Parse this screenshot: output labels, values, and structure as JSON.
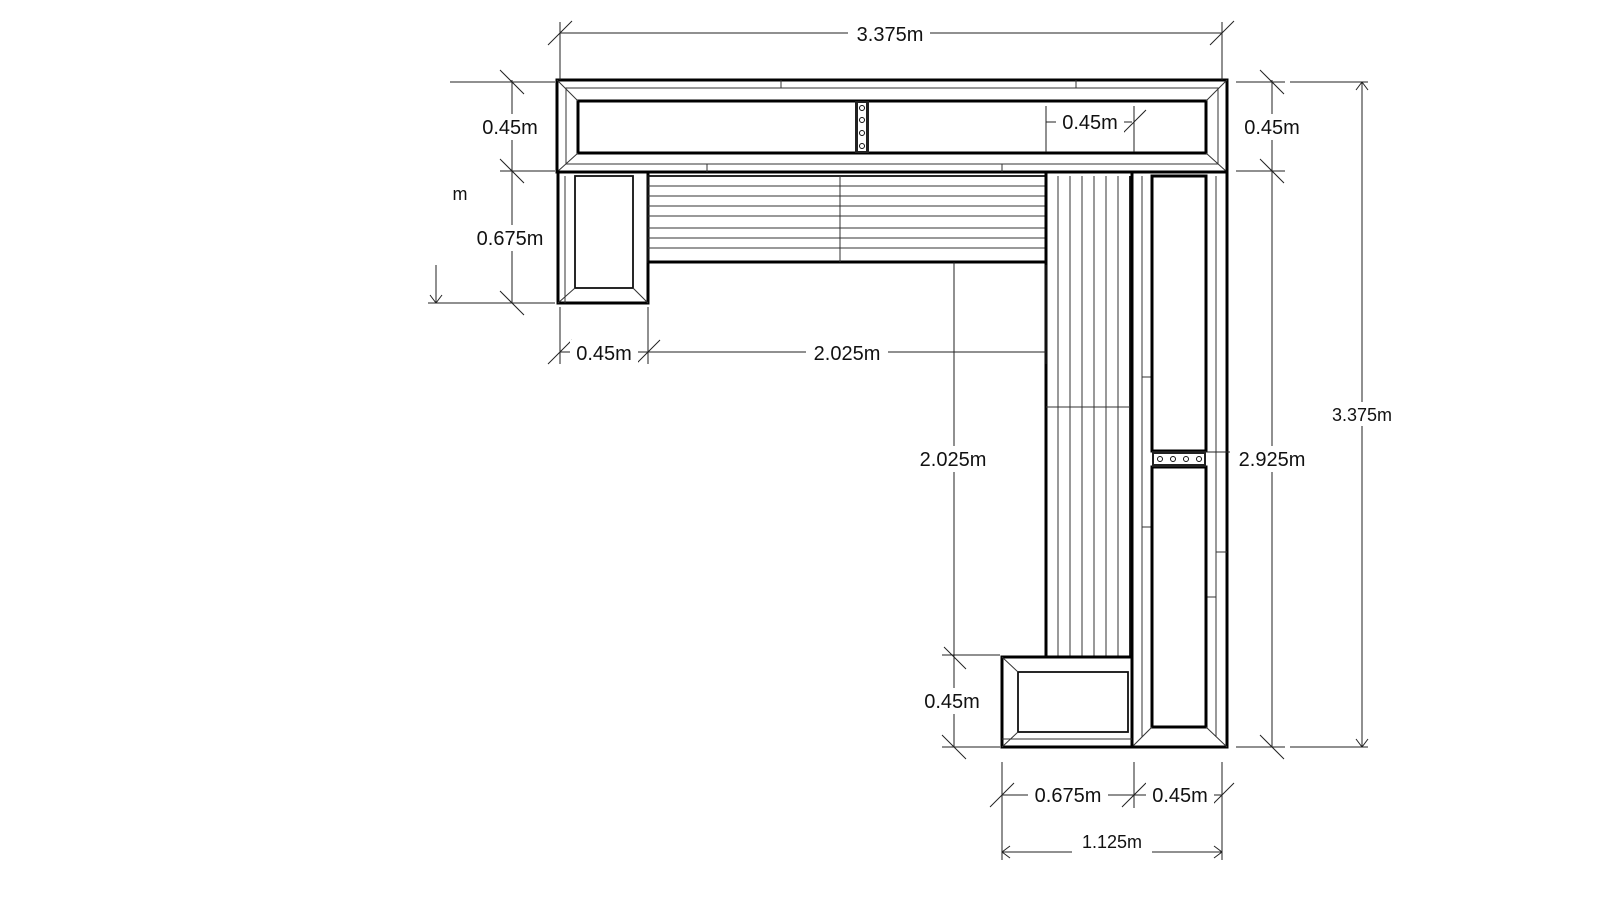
{
  "diagram": {
    "dimensions": {
      "top_total_width": "3.375m",
      "top_depth_left": "0.45m",
      "top_depth_right": "0.45m",
      "left_return_depth": "0.675m",
      "left_partial_label": "m",
      "left_arm_width": "0.45m",
      "inner_width": "2.025m",
      "inner_height": "2.025m",
      "inner_backrest": "0.45m",
      "right_inner_height": "2.925m",
      "right_total_height": "3.375m",
      "bottom_block_height": "0.45m",
      "bottom_seat_width": "0.675m",
      "bottom_arm_width": "0.45m",
      "bottom_total_width": "1.125m"
    }
  }
}
